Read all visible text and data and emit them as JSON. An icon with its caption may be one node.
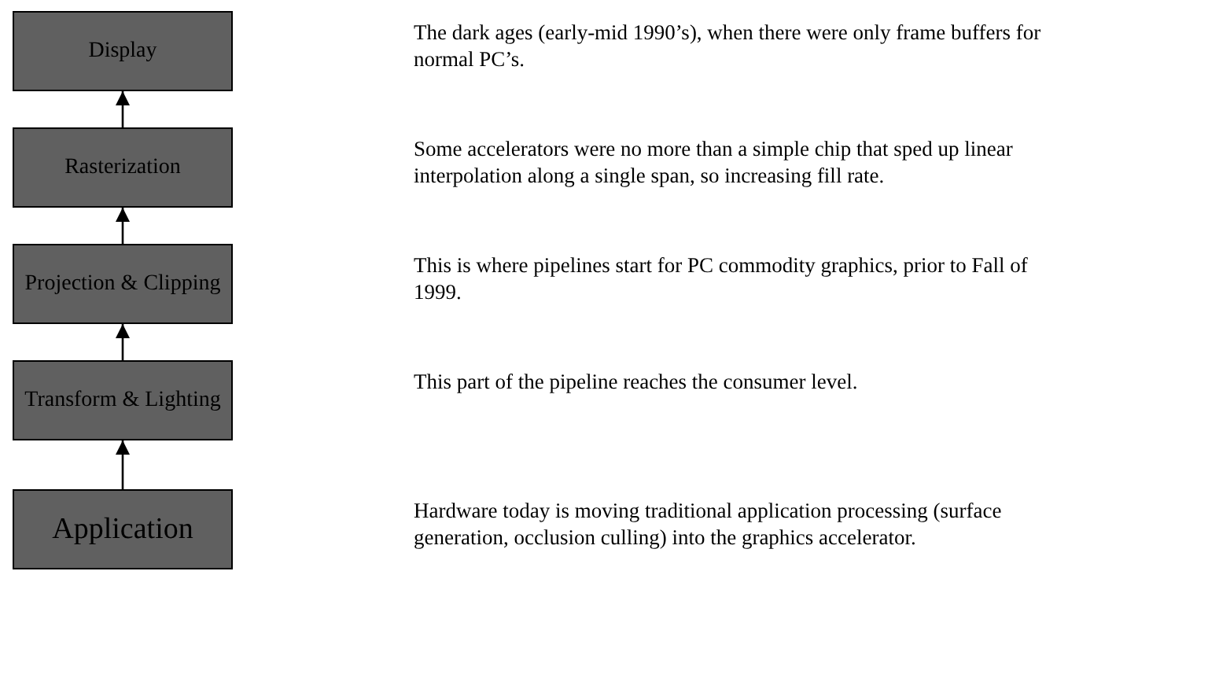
{
  "diagram": {
    "nodes": [
      {
        "text": [
          "Display"
        ]
      },
      {
        "text": [
          "Rasterization"
        ]
      },
      {
        "text": [
          "Projection & Clipping"
        ]
      },
      {
        "text": [
          "Transform & Lighting"
        ]
      },
      {
        "text": [
          "Application"
        ]
      }
    ],
    "edges": [
      {
        "from": 4,
        "to": 3,
        "arrow": "to"
      },
      {
        "from": 3,
        "to": 2,
        "arrow": "to"
      },
      {
        "from": 2,
        "to": 1,
        "arrow": "to"
      },
      {
        "from": 1,
        "to": 0,
        "arrow": "to"
      }
    ],
    "labels": [
      "The dark ages (early-mid 1990’s), when there were only frame buffers for normal PC’s.",
      "Some accelerators were no more than a simple chip that sped up linear interpolation along a single span, so increasing fill rate.",
      "This is where pipelines start for PC commodity graphics, prior to Fall of 1999.",
      "This part of the pipeline reaches the consumer level.",
      "Hardware today is moving traditional application processing (surface generation, occlusion culling) into the graphics accelerator."
    ]
  }
}
